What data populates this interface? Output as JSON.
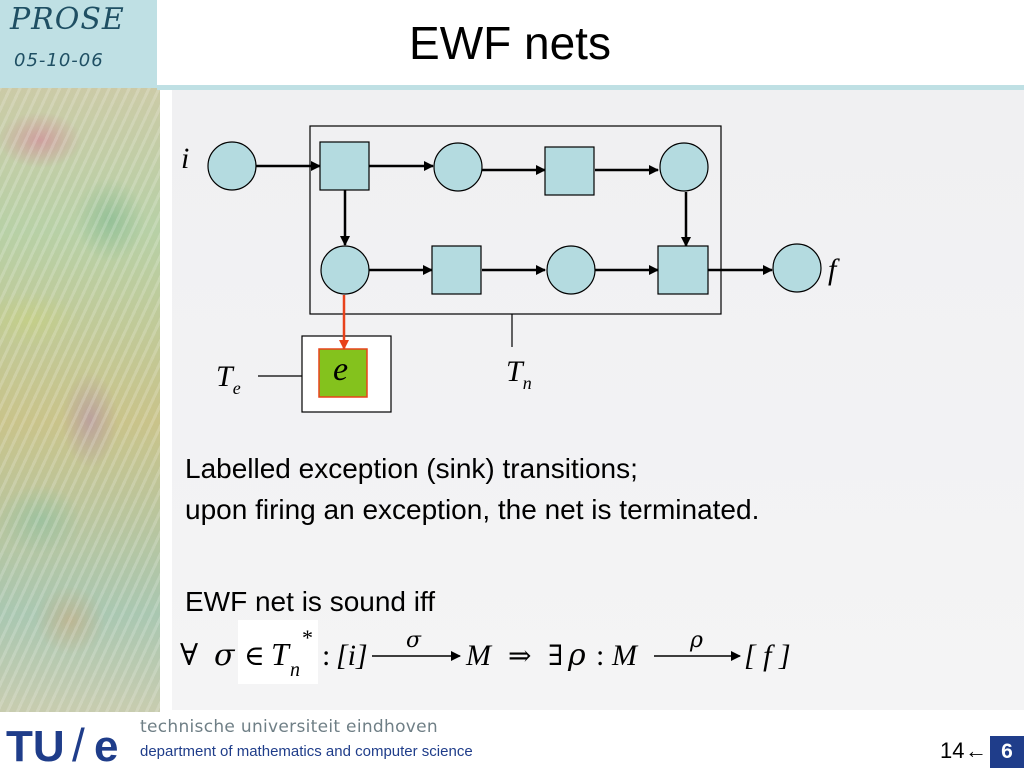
{
  "header": {
    "tag": "PROSE",
    "date": "05-10-06",
    "title": "EWF nets"
  },
  "diagram": {
    "start_place_label": "i",
    "end_place_label": "f",
    "exception_label": "e",
    "exception_net_label": "T",
    "exception_net_sub": "e",
    "main_net_label": "T",
    "main_net_sub": "n",
    "colors": {
      "node_fill": "#b4dbe0",
      "exception_fill": "#84c21d",
      "exception_arrow": "#e8421b",
      "edge": "#000000"
    }
  },
  "body": {
    "line1": "Labelled exception (sink) transitions;",
    "line2": "upon firing an exception, the net is terminated.",
    "line3": "EWF net is sound iff"
  },
  "formula": {
    "forall": "∀",
    "sigma": "σ",
    "elem_of": "∈",
    "T": "T",
    "n": "n",
    "star": "*",
    "colon1": ":",
    "i_marking": "[i]",
    "sigma_over": "σ",
    "M1": "M",
    "implies": "⇒",
    "exists": "∃",
    "rho": "ρ",
    "colon2": ":",
    "M2": "M",
    "rho_over": "ρ",
    "f_marking": "[ f ]"
  },
  "footer": {
    "logo_text_a": "TU",
    "logo_slash": "/",
    "logo_text_b": "e",
    "university": "technische universiteit eindhoven",
    "department": "department of mathematics and computer science",
    "page_number": "14",
    "back_icon": "←",
    "slide_number": "6",
    "colors": {
      "logo": "#1f3d8a",
      "badge": "#1f3d8a"
    }
  }
}
